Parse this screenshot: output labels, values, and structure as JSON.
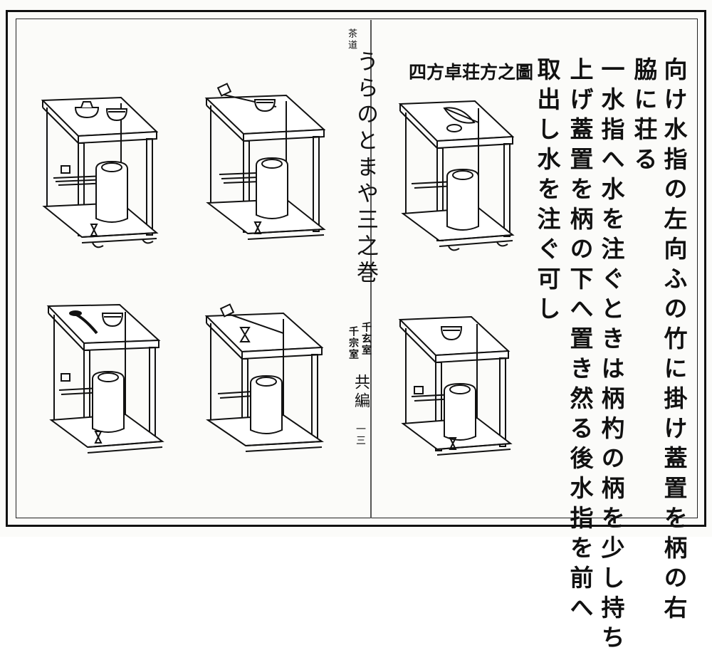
{
  "left_page": {
    "running_head": {
      "series": "茶道",
      "title": "うらのとまや三之巻",
      "authors": [
        "千玄室",
        "千宗室"
      ],
      "compiled": "共編",
      "folio": "一三"
    }
  },
  "right_page": {
    "figure_title": "四方卓荘方之圖",
    "text_columns": [
      "向け水指の左向ふの竹に掛け蓋置を柄の右",
      "脇に荘る",
      "一水指へ水を注ぐときは柄杓の柄を少し持ち",
      "上げ蓋置を柄の下へ置き然る後水指を前へ",
      "取出し水を注ぐ可し"
    ]
  },
  "illustrations": [
    {
      "id": "left-top-left",
      "top_items": [
        "lid-rest",
        "tea-bowl"
      ]
    },
    {
      "id": "left-top-right",
      "top_items": [
        "tilted-ladle-cup",
        "tea-bowl"
      ]
    },
    {
      "id": "left-bottom-left",
      "top_items": [
        "ladle",
        "tea-bowl"
      ]
    },
    {
      "id": "left-bottom-right",
      "top_items": [
        "tilted-ladle-cup",
        "lid-rest"
      ]
    },
    {
      "id": "right-top",
      "top_items": [
        "leaf",
        "small-caddy"
      ]
    },
    {
      "id": "right-bottom",
      "top_items": [
        "tea-bowl"
      ]
    }
  ]
}
